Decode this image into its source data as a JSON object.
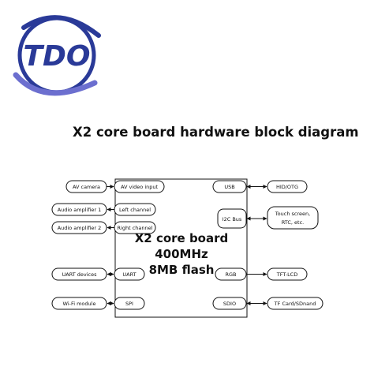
{
  "logo": {
    "text": "TDO"
  },
  "title": "X2 core board hardware block diagram",
  "core": {
    "name": "X2 core board",
    "freq": "400MHz",
    "flash": "8MB flash"
  },
  "blocks": {
    "av_camera": "AV camera",
    "av_video_input": "AV video input",
    "audio_amp_1": "Audio amplifier 1",
    "left_channel": "Left channel",
    "audio_amp_2": "Audio amplifier 2",
    "right_channel": "Right channel",
    "uart_devices": "UART devices",
    "uart": "UART",
    "wifi_module": "Wi-Fi module",
    "spi": "SPI",
    "usb": "USB",
    "hid_otg": "HID/OTG",
    "i2c_bus": "I2C Bus",
    "touch_line1": "Touch screen,",
    "touch_line2": "RTC, etc.",
    "rgb": "RGB",
    "tft_lcd": "TFT-LCD",
    "sdio": "SDIO",
    "tf_card": "TF Card/SDnand"
  },
  "colors": {
    "logo_blue": "#2a3a98",
    "logo_arc": "#6c6fcf",
    "line": "#111111"
  }
}
